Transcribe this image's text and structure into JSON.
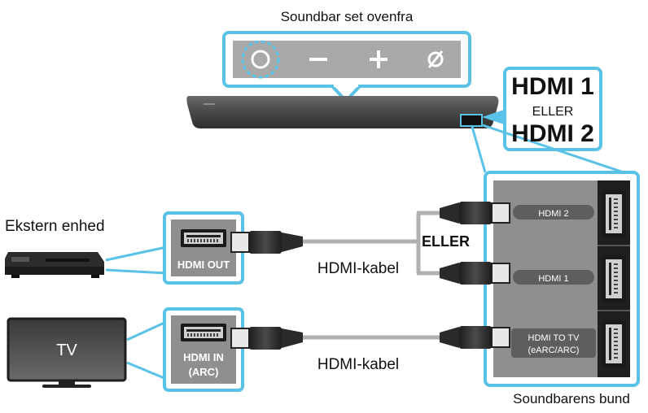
{
  "diagram": {
    "top_view_label": "Soundbar set ovenfra",
    "buttons": {
      "power": "power-icon",
      "minus": "−",
      "plus": "+",
      "mic_off": "mic-off-icon"
    },
    "hdmi_callout": {
      "line1": "HDMI 1",
      "line2": "ELLER",
      "line3": "HDMI 2"
    },
    "external_device_label": "Ekstern enhed",
    "tv_label": "TV",
    "port_hdmi_out": "HDMI OUT",
    "port_hdmi_in_line1": "HDMI IN",
    "port_hdmi_in_line2": "(ARC)",
    "cable_label_top": "HDMI-kabel",
    "cable_label_bottom": "HDMI-kabel",
    "or_label": "ELLER",
    "soundbar_ports": {
      "hdmi2": "HDMI 2",
      "hdmi1": "HDMI 1",
      "hdmi_to_tv_line1": "HDMI TO TV",
      "hdmi_to_tv_line2": "(eARC/ARC)"
    },
    "bottom_panel_label": "Soundbarens bund",
    "colors": {
      "accent": "#5bc2e7",
      "panel": "#9a9a9a",
      "cable": "#b0b0b0",
      "dark": "#2b2b2b"
    }
  }
}
